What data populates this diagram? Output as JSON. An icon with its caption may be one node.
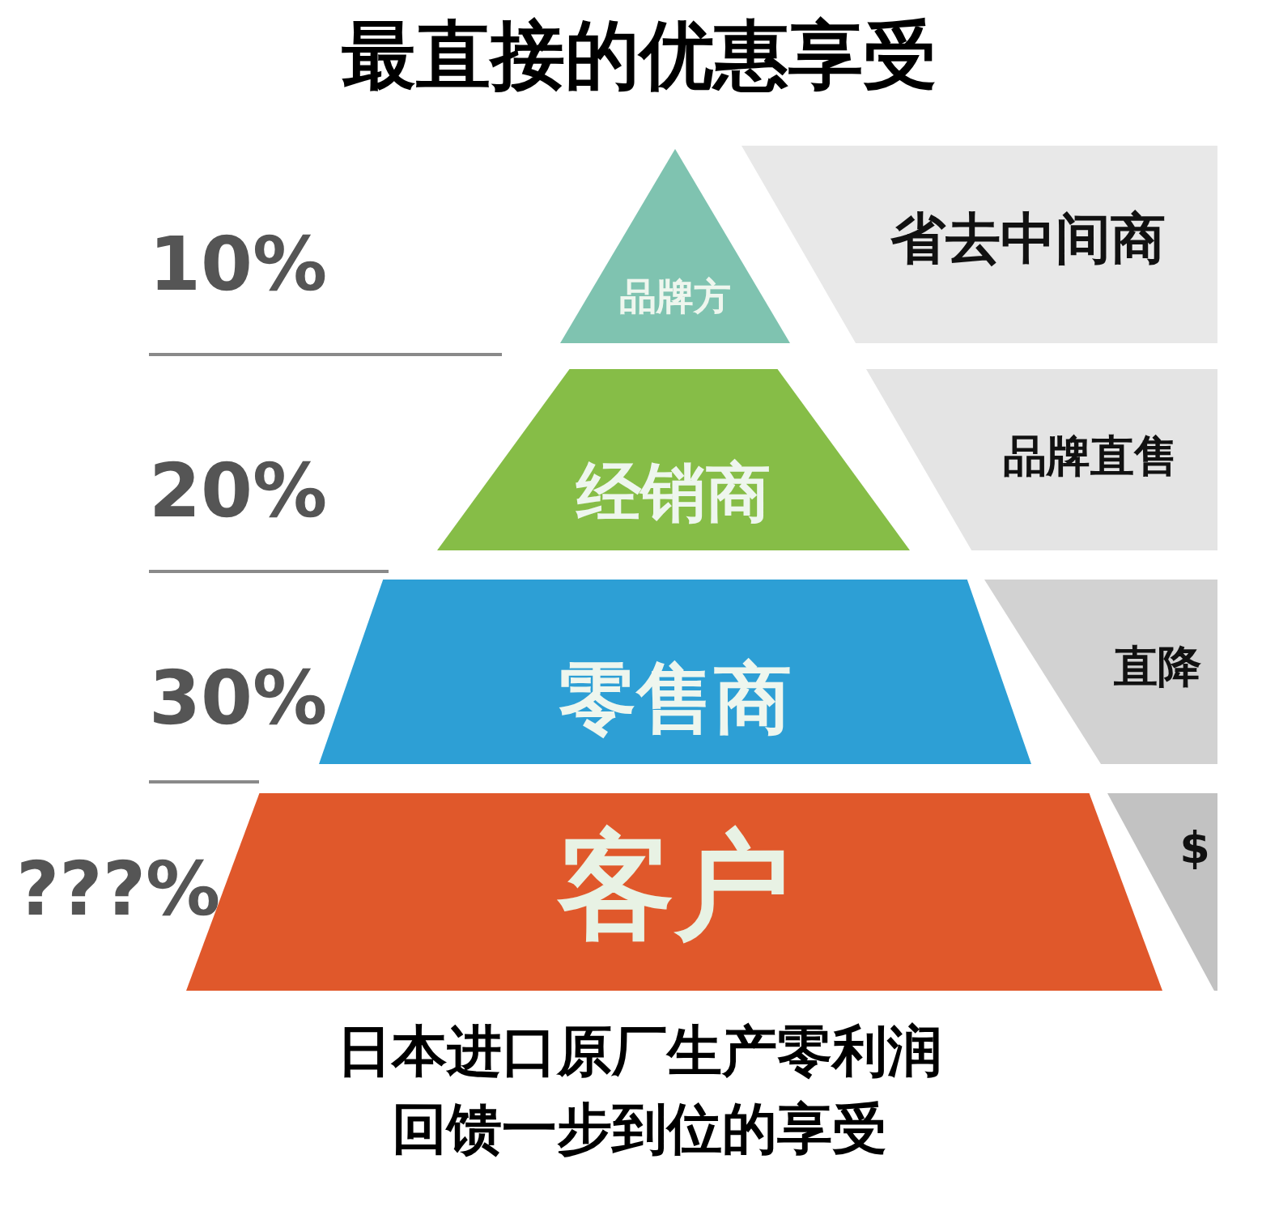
{
  "diagram": {
    "title": "最直接的优惠享受",
    "nodes": [
      {
        "text": [
          "品牌方"
        ]
      },
      {
        "text": [
          "经销商"
        ]
      },
      {
        "text": [
          "零售商"
        ]
      },
      {
        "text": [
          "客户"
        ]
      },
      {
        "text": [
          "省去中间商"
        ]
      },
      {
        "text": [
          "品牌直售"
        ]
      },
      {
        "text": [
          "直降"
        ]
      },
      {
        "text": [
          "$"
        ]
      }
    ],
    "labels": [
      "10%",
      "20%",
      "30%",
      "???%"
    ],
    "caption": "日本进口原厂生产零利润回馈一步到位的享受"
  }
}
